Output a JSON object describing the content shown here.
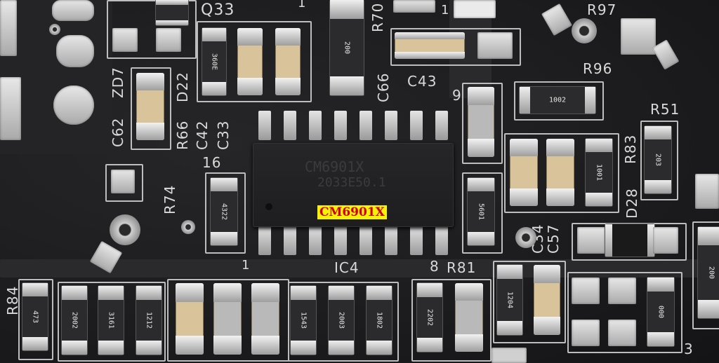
{
  "silkscreen": {
    "q33": "Q33",
    "r97": "R97",
    "r96": "R96",
    "r70": "R70",
    "c66": "C66",
    "c43": "C43",
    "c62": "C62",
    "zd7": "ZD7",
    "d22": "D22",
    "r66": "R66",
    "c42": "C42",
    "c33": "C33",
    "r74": "R74",
    "r51": "R51",
    "r83": "R83",
    "d28": "D28",
    "c34": "C34",
    "c57": "C57",
    "ic4": "IC4",
    "r81": "R81",
    "r84": "R84",
    "pin16": "16",
    "pin1_top": "1",
    "pin1_bottom": "1",
    "num9": "9",
    "num8": "8",
    "num3": "3"
  },
  "resistor_codes": {
    "top_200": "200",
    "q33_360e": "360E",
    "r96_1002": "1002",
    "r51_203": "203",
    "r83_1001": "1001",
    "r74_4322": "4322",
    "c34_5601": "5601",
    "b1_473": "473",
    "b2_2002": "2002",
    "b3_3161": "3161",
    "b4_1212": "1212",
    "b5_1543": "1543",
    "b6_2003": "2003",
    "b7_1802": "1802",
    "b8_2202": "2202",
    "b9_1204": "1204",
    "b10_000": "000",
    "right_200": "200"
  },
  "chip": {
    "marking_line1": "CM6901X",
    "marking_line2": "2033E50.1"
  },
  "annotation": {
    "label": "CM6901X"
  },
  "colors": {
    "board": "#1c1c1e",
    "annotation_bg": "#f6f20a",
    "annotation_text": "#d10000"
  }
}
